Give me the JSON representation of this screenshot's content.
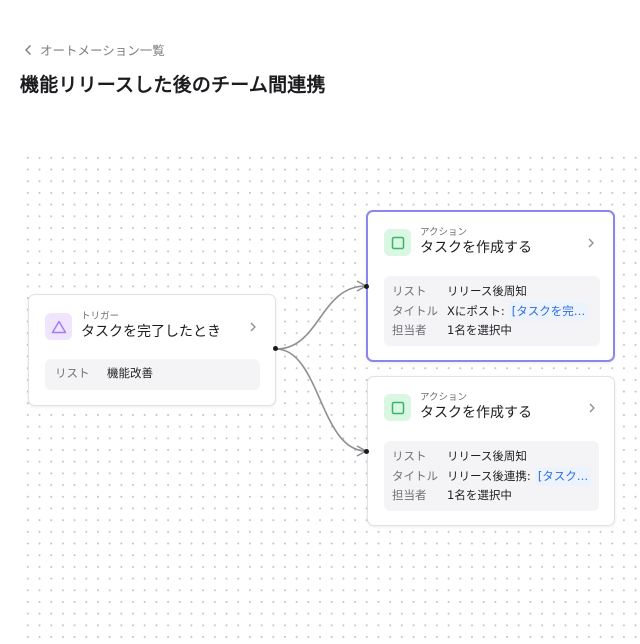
{
  "header": {
    "back_label": "オートメーション一覧",
    "title": "機能リリースした後のチーム間連携"
  },
  "colors": {
    "accent_selected": "#8a86f0",
    "trigger_icon_bg": "#efe6fd",
    "trigger_icon_fg": "#a77cf0",
    "action_icon_bg": "#d9f7e3",
    "action_icon_fg": "#3bb46a",
    "link": "#2d6ee0",
    "connector": "#8e8e94"
  },
  "trigger": {
    "kind": "トリガー",
    "title": "タスクを完了したとき",
    "icon": "triangle-icon",
    "props": [
      {
        "label": "リスト",
        "value": "機能改善"
      }
    ]
  },
  "actions": [
    {
      "kind": "アクション",
      "title": "タスクを作成する",
      "icon": "square-icon",
      "selected": true,
      "props": [
        {
          "label": "リスト",
          "value": "リリース後周知",
          "chip": ""
        },
        {
          "label": "タイトル",
          "value": "Xにポスト:",
          "chip": "[タスクを完…"
        },
        {
          "label": "担当者",
          "value": "1名を選択中",
          "chip": ""
        }
      ]
    },
    {
      "kind": "アクション",
      "title": "タスクを作成する",
      "icon": "square-icon",
      "selected": false,
      "props": [
        {
          "label": "リスト",
          "value": "リリース後周知",
          "chip": ""
        },
        {
          "label": "タイトル",
          "value": "リリース後連携:",
          "chip": "[タスク…"
        },
        {
          "label": "担当者",
          "value": "1名を選択中",
          "chip": ""
        }
      ]
    }
  ]
}
